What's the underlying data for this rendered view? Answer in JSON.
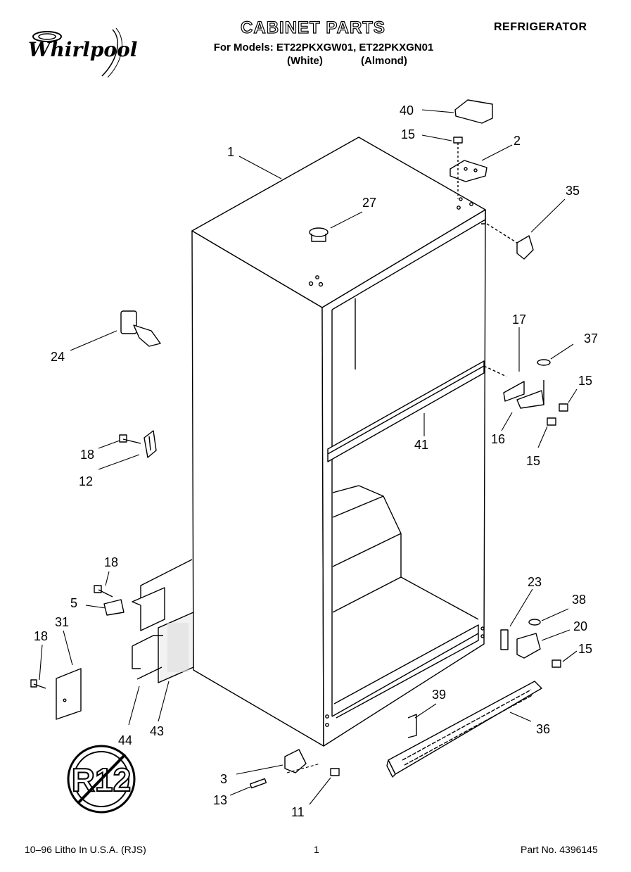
{
  "header": {
    "brand": "Whirlpool",
    "title": "CABINET PARTS",
    "subtitle": "For Models: ET22PKXGW01, ET22PKXGN01",
    "variant_1": "(White)",
    "variant_2": "(Almond)",
    "category": "REFRIGERATOR"
  },
  "callouts": [
    "1",
    "2",
    "3",
    "5",
    "11",
    "12",
    "13",
    "15",
    "15",
    "15",
    "15",
    "16",
    "17",
    "18",
    "18",
    "18",
    "20",
    "23",
    "24",
    "27",
    "31",
    "35",
    "36",
    "37",
    "38",
    "39",
    "40",
    "41",
    "43",
    "44"
  ],
  "badge": {
    "text": "R12"
  },
  "footer": {
    "litho": "10–96 Litho In U.S.A. (RJS)",
    "page": "1",
    "part_no": "Part No. 4396145"
  }
}
